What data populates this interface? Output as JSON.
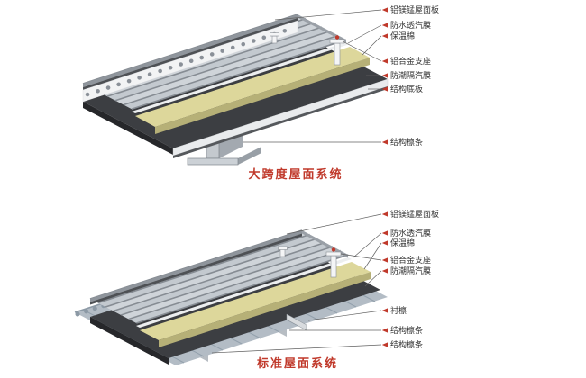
{
  "colors": {
    "title_red": "#c0392b",
    "arrow_red": "#c0392b",
    "label_text": "#333333",
    "panel_silver": "#cfd4d9",
    "insulation_yellow": "#ddd79b",
    "membrane_dark": "#3c3e42",
    "deck_white": "#f2f3f4",
    "corrugated_blue": "#b3bcc5"
  },
  "diagrams": [
    {
      "id": "large-span-roof-system",
      "title": "大跨度屋面系统",
      "labels": [
        "铝镁锰屋面板",
        "防水透汽膜",
        "保温棉",
        "铝合金支座",
        "防潮隔汽膜",
        "结构底板",
        "结构檩条"
      ]
    },
    {
      "id": "standard-roof-system",
      "title": "标准屋面系统",
      "labels": [
        "铝镁锰屋面板",
        "防水透汽膜",
        "保温棉",
        "铝合金支座",
        "防潮隔汽膜",
        "衬檩",
        "结构檩条",
        "结构檩条"
      ]
    }
  ]
}
